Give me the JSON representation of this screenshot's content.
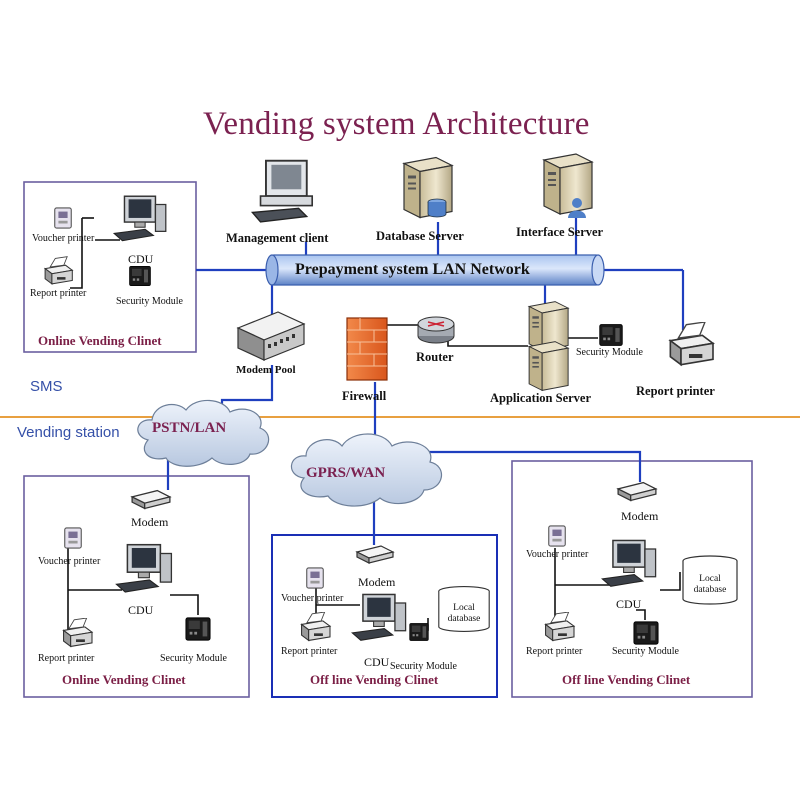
{
  "title": "Vending system Architecture",
  "network": {
    "lan": "Prepayment system LAN Network",
    "modem_pool": "Modem Pool",
    "firewall": "Firewall",
    "router": "Router",
    "pstn_lan": "PSTN/LAN",
    "gprs_wan": "GPRS/WAN"
  },
  "servers": {
    "management_client": "Management client",
    "database_server": "Database Server",
    "interface_server": "Interface Server",
    "application_server": "Application Server",
    "security_module": "Security Module",
    "report_printer": "Report printer"
  },
  "zones": {
    "sms": "SMS",
    "vending_station": "Vending station"
  },
  "online_client_top": {
    "caption": "Online Vending Clinet",
    "voucher_printer": "Voucher printer",
    "report_printer": "Report printer",
    "cdu": "CDU",
    "security_module": "Security Module"
  },
  "online_client_bottom": {
    "caption": "Online Vending Clinet",
    "modem": "Modem",
    "voucher_printer": "Voucher printer",
    "cdu": "CDU",
    "report_printer": "Report printer",
    "security_module": "Security Module"
  },
  "offline_client_center": {
    "caption": "Off line Vending Clinet",
    "modem": "Modem",
    "voucher_printer": "Voucher printer",
    "report_printer": "Report printer",
    "cdu": "CDU",
    "security_module": "Security Module",
    "db_line1": "Local",
    "db_line2": "database"
  },
  "offline_client_right": {
    "caption": "Off line Vending Clinet",
    "modem": "Modem",
    "voucher_printer": "Voucher printer",
    "cdu": "CDU",
    "report_printer": "Report printer",
    "security_module": "Security Module",
    "db_line1": "Local",
    "db_line2": "database"
  },
  "colors": {
    "title": "#7b2150",
    "caption": "#7b1f46",
    "link": "#1f3fbf",
    "zone_text": "#3550a8",
    "divider": "#e8a040",
    "box_border": "#6b5fa0",
    "box_border_active": "#1a2fb5"
  },
  "icons": [
    "computer-icon",
    "server-icon",
    "database-icon",
    "user-icon",
    "printer-icon",
    "voucher-printer-icon",
    "security-module-icon",
    "modem-icon",
    "firewall-icon",
    "router-icon",
    "cloud-icon",
    "switch-icon"
  ]
}
